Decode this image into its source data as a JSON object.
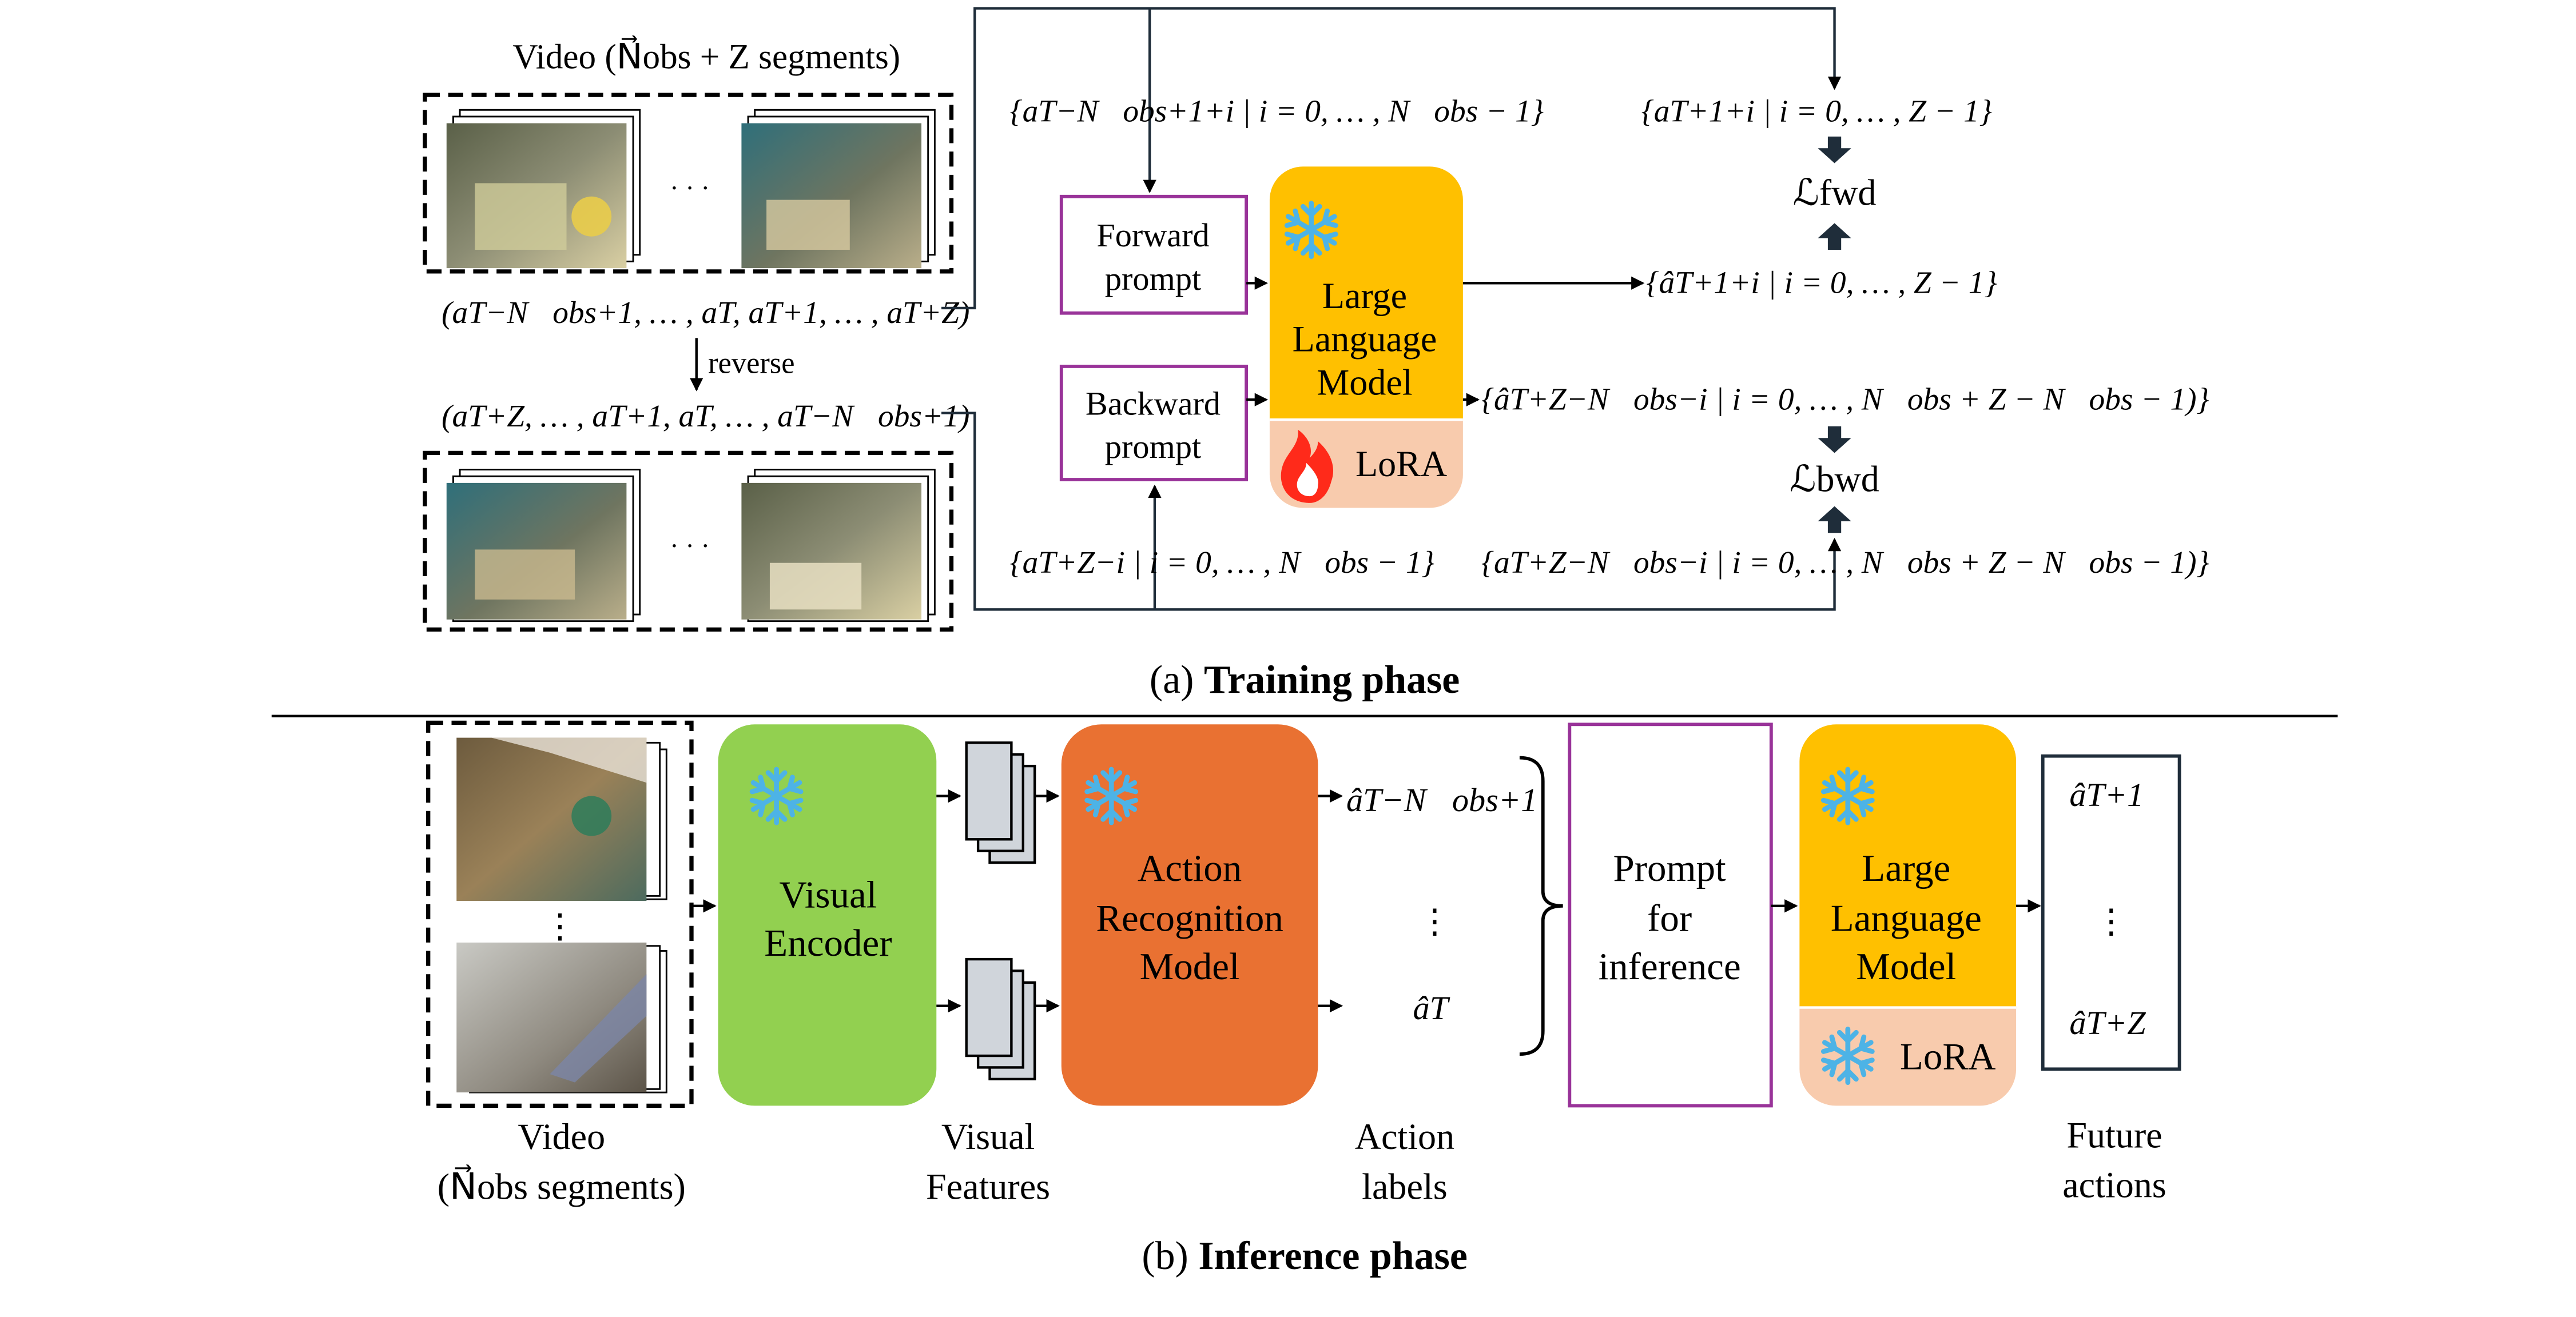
{
  "training": {
    "caption_prefix": "(a)",
    "caption_bold": "Training phase",
    "video_title": "Video (N⃗obs + Z segments)",
    "forward_sequence": "(aT−N⃗obs+1, … , aT, aT+1, … , aT+Z)",
    "reverse_label": "reverse",
    "backward_sequence": "(aT+Z, … , aT+1, aT, … , aT−N⃗obs+1)",
    "ellipsis": "· · ·",
    "forward_prompt": [
      "Forward",
      "prompt"
    ],
    "backward_prompt": [
      "Backward",
      "prompt"
    ],
    "llm_label": [
      "Large",
      "Language",
      "Model"
    ],
    "lora_label": "LoRA",
    "fwd_input_set": "{aT−N⃗obs+1+i | i = 0, … , N⃗obs − 1}",
    "fwd_target_set": "{aT+1+i | i = 0, … , Z − 1}",
    "fwd_pred_set": "{âT+1+i | i = 0, … , Z − 1}",
    "loss_fwd": "ℒfwd",
    "bwd_input_set": "{aT+Z−i | i = 0, … , N⃖obs − 1}",
    "bwd_pred_set": "{âT+Z−N⃖obs−i | i = 0, … , N⃗obs + Z − N⃖obs − 1)}",
    "bwd_target_set": "{aT+Z−N⃖obs−i | i = 0, … , N⃗obs + Z − N⃖obs − 1)}",
    "loss_bwd": "ℒbwd"
  },
  "inference": {
    "caption_prefix": "(b)",
    "caption_bold": "Inference phase",
    "vdots": "⋮",
    "visual_encoder": [
      "Visual",
      "Encoder"
    ],
    "action_recognition": [
      "Action",
      "Recognition",
      "Model"
    ],
    "first_label": "âT−N⃗obs+1",
    "last_label": "âT",
    "prompt": [
      "Prompt",
      "for",
      "inference"
    ],
    "llm_label": [
      "Large",
      "Language",
      "Model"
    ],
    "lora_label": "LoRA",
    "future_first": "âT+1",
    "future_last": "âT+Z",
    "bottom_labels": {
      "video": [
        "Video",
        "(N⃗obs segments)"
      ],
      "features": [
        "Visual",
        "Features"
      ],
      "labels": [
        "Action",
        "labels"
      ],
      "future": [
        "Future",
        "actions"
      ]
    }
  },
  "colors": {
    "llm_yellow": "#FFC000",
    "lora_peach": "#F8CBAD",
    "encoder_green": "#92D050",
    "recognition_orange": "#E97132",
    "prompt_border": "#993399",
    "snowflake": "#4DB3E6",
    "flame": "#FF2A1A",
    "line_dark": "#1f2d3a"
  }
}
